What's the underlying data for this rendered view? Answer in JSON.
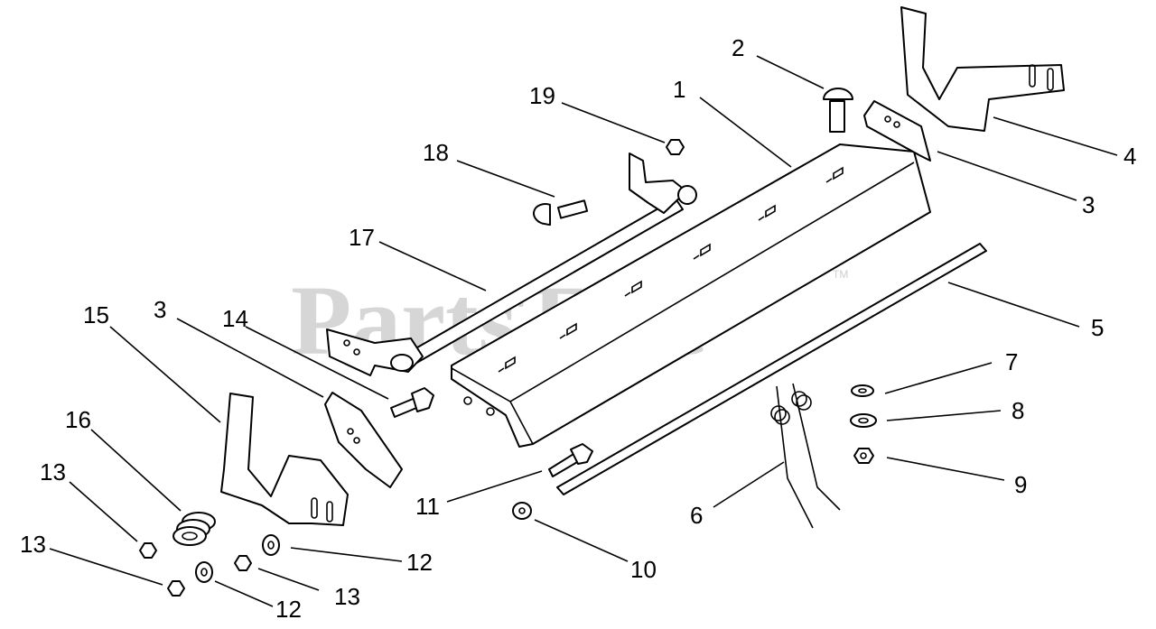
{
  "watermark": {
    "text": "PartsTree",
    "trademark": "TM"
  },
  "callouts": [
    {
      "id": "c1",
      "text": "1"
    },
    {
      "id": "c2",
      "text": "2"
    },
    {
      "id": "c3a",
      "text": "3"
    },
    {
      "id": "c3b",
      "text": "3"
    },
    {
      "id": "c4",
      "text": "4"
    },
    {
      "id": "c5",
      "text": "5"
    },
    {
      "id": "c6",
      "text": "6"
    },
    {
      "id": "c7",
      "text": "7"
    },
    {
      "id": "c8",
      "text": "8"
    },
    {
      "id": "c9",
      "text": "9"
    },
    {
      "id": "c10",
      "text": "10"
    },
    {
      "id": "c11",
      "text": "11"
    },
    {
      "id": "c12a",
      "text": "12"
    },
    {
      "id": "c12b",
      "text": "12"
    },
    {
      "id": "c13a",
      "text": "13"
    },
    {
      "id": "c13b",
      "text": "13"
    },
    {
      "id": "c13c",
      "text": "13"
    },
    {
      "id": "c14",
      "text": "14"
    },
    {
      "id": "c15",
      "text": "15"
    },
    {
      "id": "c16",
      "text": "16"
    },
    {
      "id": "c17",
      "text": "17"
    },
    {
      "id": "c18",
      "text": "18"
    },
    {
      "id": "c19",
      "text": "19"
    }
  ]
}
